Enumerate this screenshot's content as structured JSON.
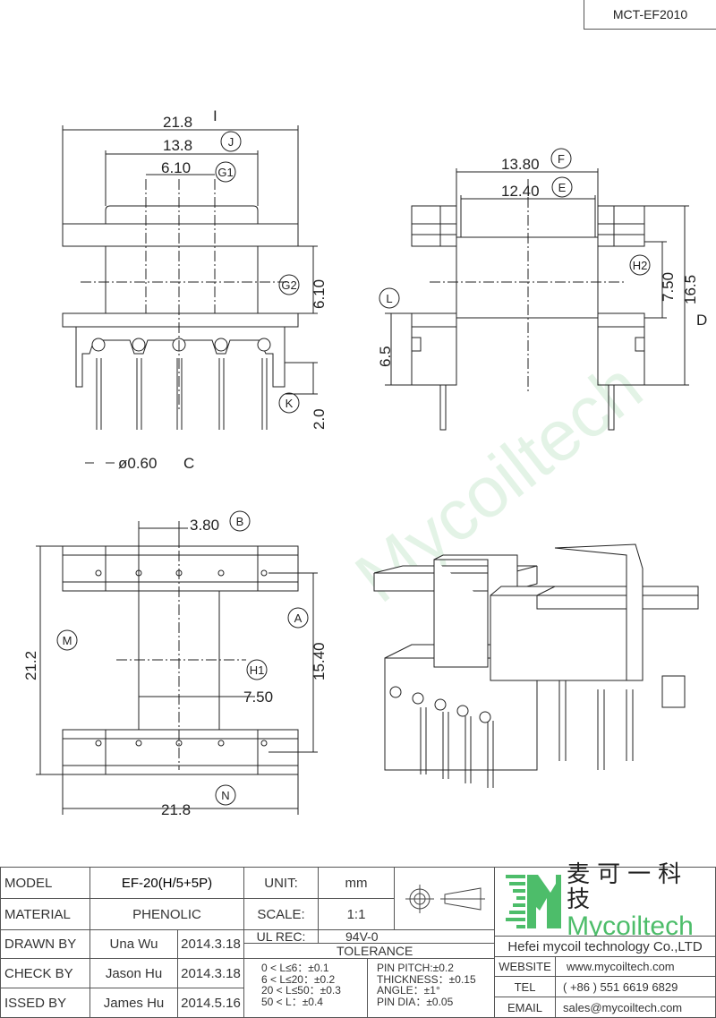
{
  "drawing_number": "MCT-EF2010",
  "watermark": "Mycoiltech",
  "front_view": {
    "dim_I": "21.8",
    "label_I": "I",
    "dim_J": "13.8",
    "label_J": "J",
    "dim_G1": "6.10",
    "label_G1": "G1",
    "dim_G2": "6.10",
    "label_G2": "G2",
    "dim_K": "2.0",
    "label_K": "K",
    "pin_dia": "ø0.60",
    "label_C": "C"
  },
  "side_view": {
    "dim_F": "13.80",
    "label_F": "F",
    "dim_E": "12.40",
    "label_E": "E",
    "dim_H2": "7.50",
    "label_H2": "H2",
    "dim_D": "16.5",
    "label_D": "D",
    "dim_L": "6.5",
    "label_L": "L"
  },
  "top_view": {
    "dim_B": "3.80",
    "label_B": "B",
    "dim_M": "21.2",
    "label_M": "M",
    "dim_A": "15.40",
    "label_A": "A",
    "dim_H1": "7.50",
    "label_H1": "H1",
    "dim_N": "21.8",
    "label_N": "N"
  },
  "title_block": {
    "model_label": "MODEL",
    "model": "EF-20(H/5+5P)",
    "material_label": "MATERIAL",
    "material": "PHENOLIC",
    "drawn_label": "DRAWN BY",
    "drawn_by": "Una Wu",
    "drawn_date": "2014.3.18",
    "check_label": "CHECK BY",
    "check_by": "Jason Hu",
    "check_date": "2014.3.18",
    "issued_label": "ISSED BY",
    "issued_by": "James Hu",
    "issued_date": "2014.5.16",
    "unit_label": "UNIT:",
    "unit": "mm",
    "scale_label": "SCALE:",
    "scale": "1:1",
    "ul_label": "UL REC:",
    "ul": "94V-0",
    "tolerance_title": "TOLERANCE",
    "tolerances": [
      "0 < L≤6：±0.1",
      "6 < L≤20：±0.2",
      "20 < L≤50：±0.3",
      "50 < L：±0.4"
    ],
    "tolerances2": [
      "PIN PITCH:±0.2",
      "THICKNESS：±0.15",
      "ANGLE：±1°",
      "PIN DIA：±0.05"
    ],
    "company_cn": "麦可一科技",
    "company_logo": "Mycoiltech",
    "company_name": "Hefei mycoil technology Co.,LTD",
    "website_label": "WEBSITE",
    "website": "www.mycoiltech.com",
    "tel_label": "TEL",
    "tel": "( +86 ) 551 6619 6829",
    "email_label": "EMAIL",
    "email": "sales@mycoiltech.com",
    "brand_color": "#4dbd6a"
  }
}
